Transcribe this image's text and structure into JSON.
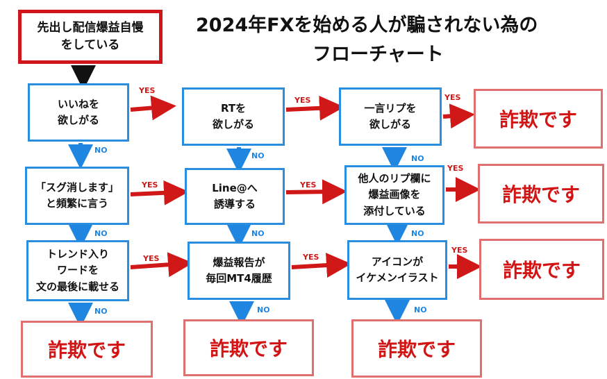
{
  "title": {
    "line1": "2024年FXを始める人が騙されない為の",
    "line2": "フローチャート"
  },
  "start": {
    "text": "先出し配信爆益自慢\nをしている"
  },
  "labels": {
    "yes": "YES",
    "no": "NO"
  },
  "rows": [
    {
      "q": [
        "いいねを\n欲しがる",
        "RTを\n欲しがる",
        "一言リプを\n欲しがる"
      ],
      "result": "詐欺です"
    },
    {
      "q": [
        "「スグ消します」\nと頻繁に言う",
        "Line@へ\n誘導する",
        "他人のリプ欄に\n爆益画像を\n添付している"
      ],
      "result": "詐欺です"
    },
    {
      "q": [
        "トレンド入り\nワードを\n文の最後に載せる",
        "爆益報告が\n毎回MT4履歴",
        "アイコンが\nイケメンイラスト"
      ],
      "result": "詐欺です"
    }
  ],
  "bottom": [
    "詐欺です",
    "詐欺です",
    "詐欺です"
  ],
  "colors": {
    "yes_arrow": "#d01818",
    "no_arrow": "#1e86e0",
    "start_border": "#d0161b",
    "fraud_text": "#d21414"
  }
}
